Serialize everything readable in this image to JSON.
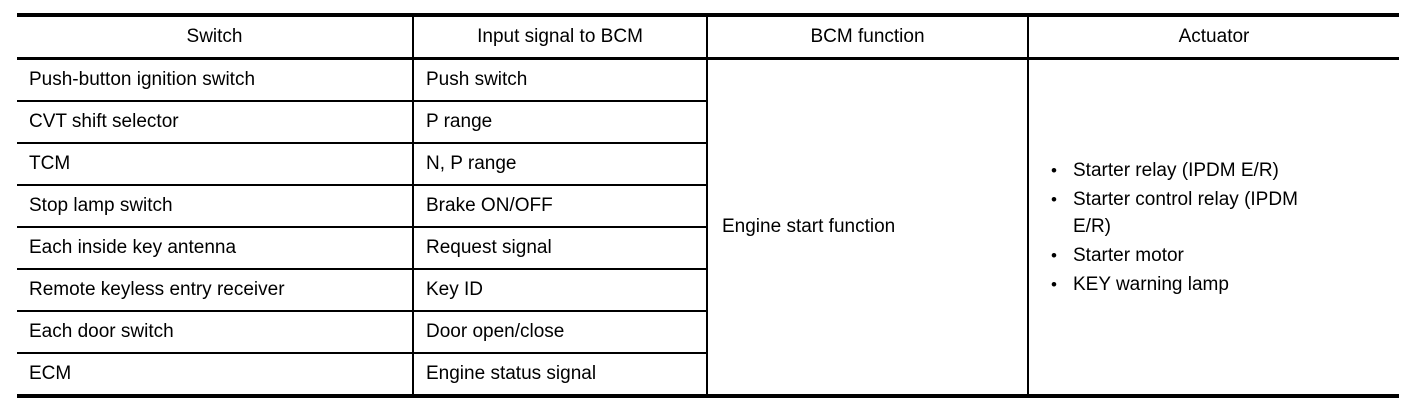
{
  "table": {
    "columns": [
      {
        "label": "Switch"
      },
      {
        "label": "Input signal to BCM"
      },
      {
        "label": "BCM function"
      },
      {
        "label": "Actuator"
      }
    ],
    "rows": [
      {
        "switch": "Push-button ignition switch",
        "input_signal": "Push switch"
      },
      {
        "switch": "CVT shift selector",
        "input_signal": "P range"
      },
      {
        "switch": "TCM",
        "input_signal": "N, P range"
      },
      {
        "switch": "Stop lamp switch",
        "input_signal": "Brake ON/OFF"
      },
      {
        "switch": "Each inside key antenna",
        "input_signal": "Request signal"
      },
      {
        "switch": "Remote keyless entry receiver",
        "input_signal": "Key ID"
      },
      {
        "switch": "Each door switch",
        "input_signal": "Door open/close"
      },
      {
        "switch": "ECM",
        "input_signal": "Engine status signal"
      }
    ],
    "bcm_function": "Engine start function",
    "actuators": [
      {
        "label": "Starter relay (IPDM E/R)"
      },
      {
        "label": "Starter control relay (IPDM E/R)"
      },
      {
        "label": "Starter motor"
      },
      {
        "label": "KEY warning lamp"
      }
    ]
  },
  "icons": {
    "bullet": "•"
  },
  "colors": {
    "border": "#000000",
    "text": "#000000",
    "background": "#ffffff"
  }
}
